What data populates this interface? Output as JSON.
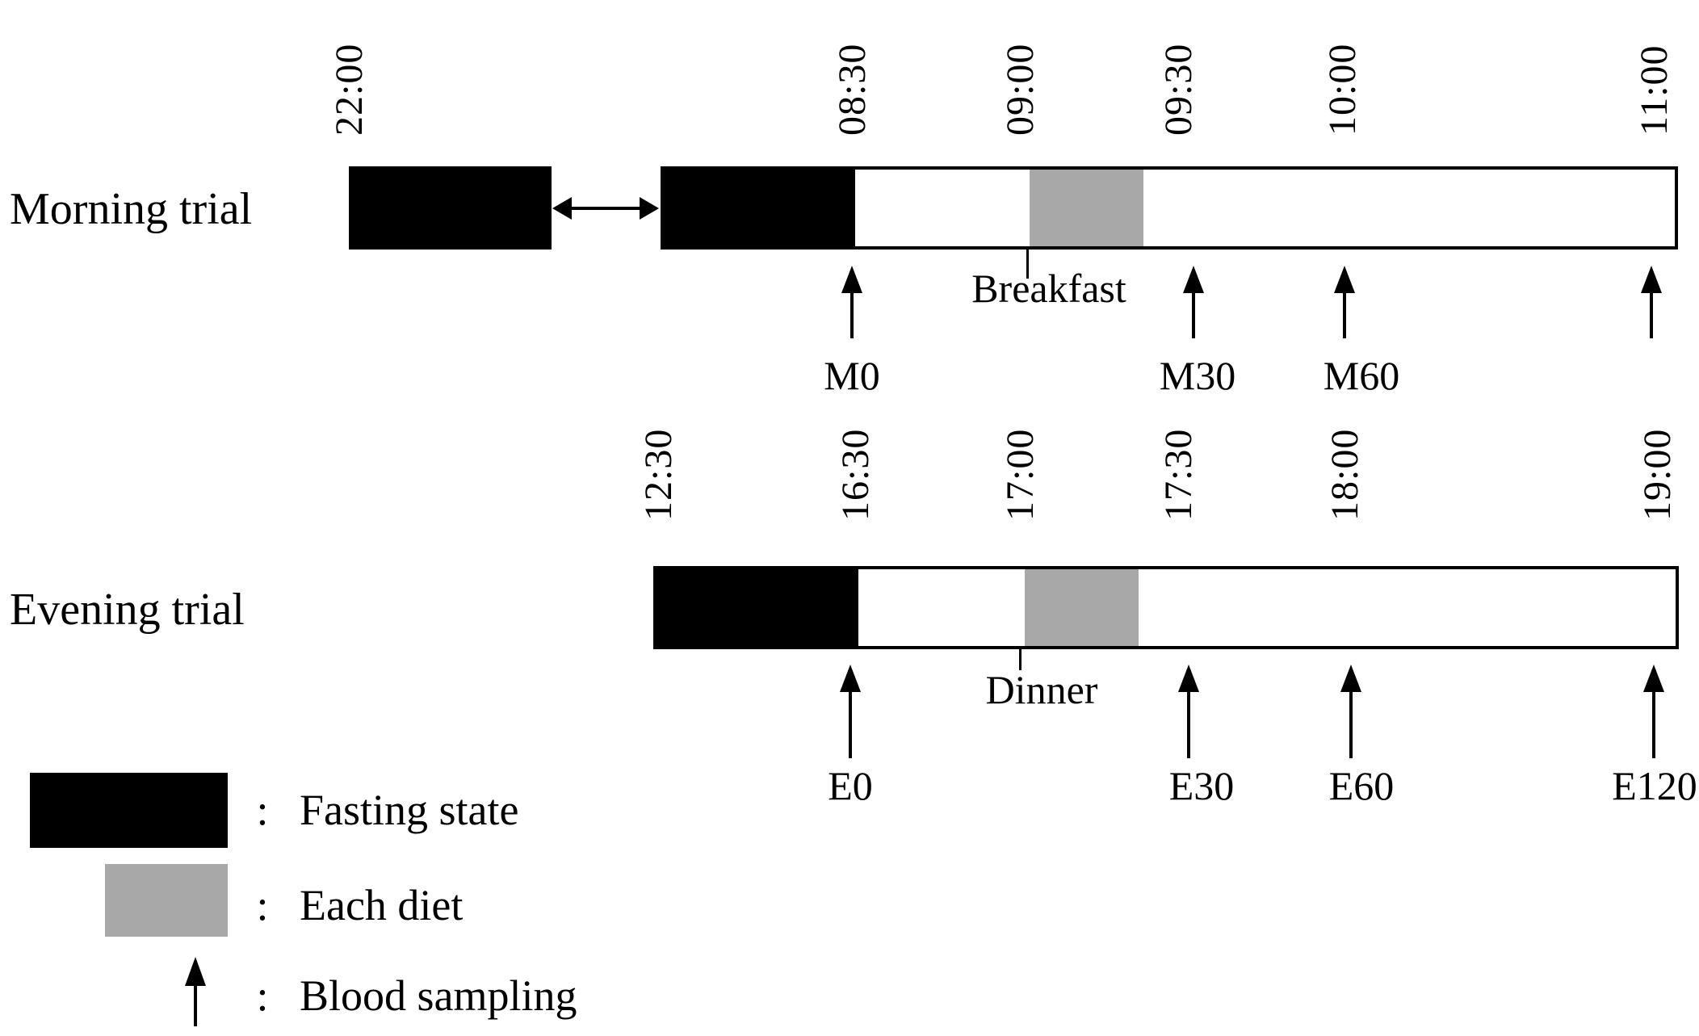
{
  "colors": {
    "black": "#000000",
    "gray": "#a8a8a8",
    "background": "#ffffff"
  },
  "morning": {
    "label": "Morning trial",
    "times": [
      "22:00",
      "08:30",
      "09:00",
      "09:30",
      "10:00",
      "11:00"
    ],
    "meal": "Breakfast",
    "samples": [
      "M0",
      "M30",
      "M60"
    ]
  },
  "evening": {
    "label": "Evening trial",
    "times": [
      "12:30",
      "16:30",
      "17:00",
      "17:30",
      "18:00",
      "19:00"
    ],
    "meal": "Dinner",
    "samples": [
      "E0",
      "E30",
      "E60",
      "E120"
    ]
  },
  "legend": {
    "colon": ":",
    "fasting": "Fasting state",
    "diet": "Each diet",
    "blood": "Blood sampling"
  }
}
